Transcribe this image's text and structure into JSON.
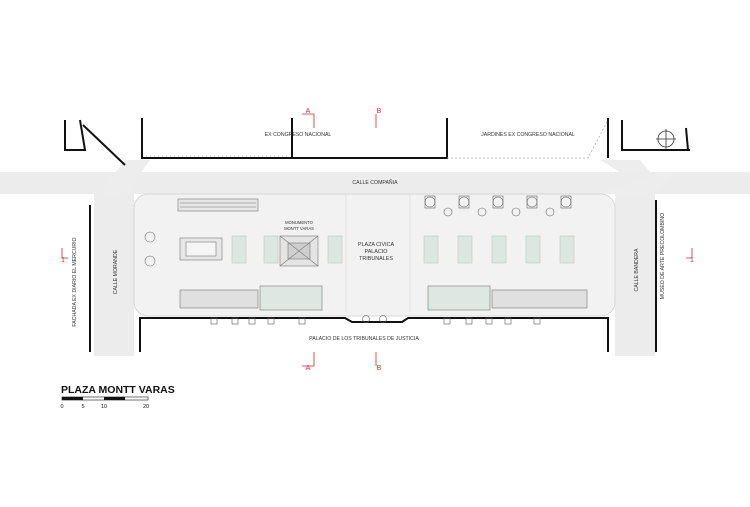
{
  "title": "PLAZA MONTT VARAS",
  "scale_bar": {
    "ticks": [
      "0",
      "5",
      "10",
      "20"
    ]
  },
  "section_markers": {
    "a_top": "A",
    "b_top": "B",
    "a_bottom": "A",
    "b_bottom": "B",
    "one_left": "1",
    "one_right": "1"
  },
  "labels": {
    "ex_congreso": "EX CONGRESO NACIONAL",
    "jardines": "JARDINES EX CONGRESO NACIONAL",
    "calle_compania": "CALLE COMPAÑIA",
    "monumento_line1": "MONUMENTO",
    "monumento_line2": "MONTT VARAS",
    "plaza_line1": "PLAZA CIVICA",
    "plaza_line2": "PALACIO",
    "plaza_line3": "TRIBUNALES",
    "palacio_justicia": "PALACIO DE LOS TRIBUNALES DE JUSTICIA",
    "fachada_mercurio": "FACHADA EX DIARIO EL MERCURIO",
    "calle_morande": "CALLE MORANDE",
    "calle_bandera": "CALLE BANDERA",
    "museo": "MUSEO DE ARTE PRECOLOMBINO"
  },
  "colors": {
    "marker_red": "#e0262b",
    "outline": "#222222",
    "street": "#ededed",
    "plaza": "#f3f3f3",
    "green": "#dfe7e2"
  }
}
